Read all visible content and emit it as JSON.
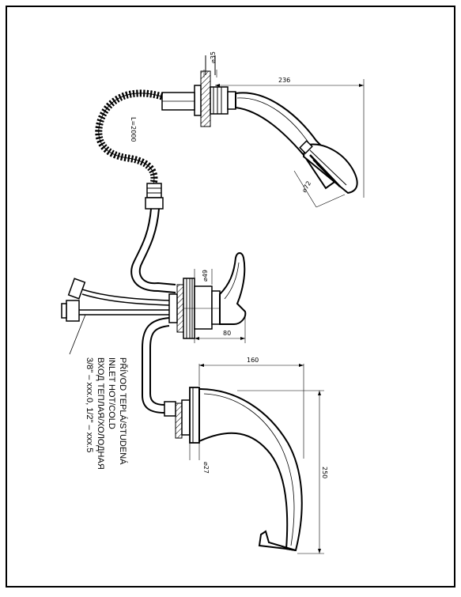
{
  "drawing": {
    "dimensions": {
      "wall_flange_diameter": "⌀35",
      "hose_length": "L=2000",
      "shower_arm_length": "236",
      "handshower_diameter": "⌀72",
      "mixer_body_diameter": "⌀49",
      "lever_length": "80",
      "spout_length": "160",
      "spout_height": "250",
      "spout_base_diameter": "⌀27"
    },
    "inlet_note": [
      "PŘÍVOD TEPLÁ/STUDENÁ",
      "INLET HOT/COLD",
      "ВХОД ТЕПЛАЯ/ХОЛОДНАЯ",
      "3/8\" – xxx.0, 1/2\" – xxx.5"
    ]
  }
}
